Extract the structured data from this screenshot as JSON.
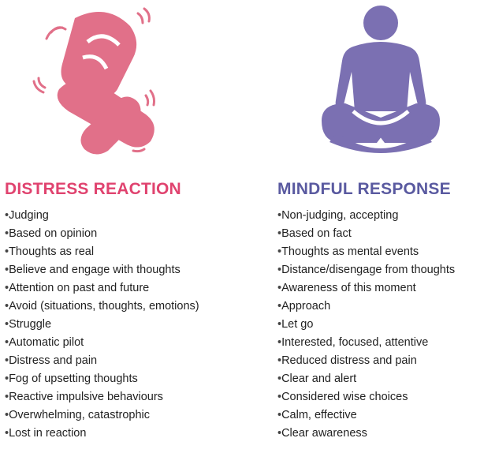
{
  "colors": {
    "distress": "#e0436f",
    "mindful": "#5a5aa0",
    "distress_figure": "#e17089",
    "mindful_figure": "#7b70b2"
  },
  "distress": {
    "title": "DISTRESS REACTION",
    "items": [
      "Judging",
      "Based on opinion",
      "Thoughts as real",
      "Believe and engage with thoughts",
      "Attention on past and future",
      "Avoid (situations, thoughts, emotions)",
      "Struggle",
      "Automatic pilot",
      "Distress and pain",
      "Fog of upsetting thoughts",
      "Reactive impulsive behaviours",
      "Overwhelming, catastrophic",
      "Lost in reaction"
    ]
  },
  "mindful": {
    "title": "MINDFUL RESPONSE",
    "items": [
      "Non-judging, accepting",
      "Based on fact",
      "Thoughts as mental events",
      "Distance/disengage from thoughts",
      "Awareness of this moment",
      "Approach",
      "Let go",
      "Interested, focused, attentive",
      "Reduced distress and pain",
      "Clear and alert",
      "Considered wise choices",
      "Calm, effective",
      "Clear awareness"
    ]
  }
}
